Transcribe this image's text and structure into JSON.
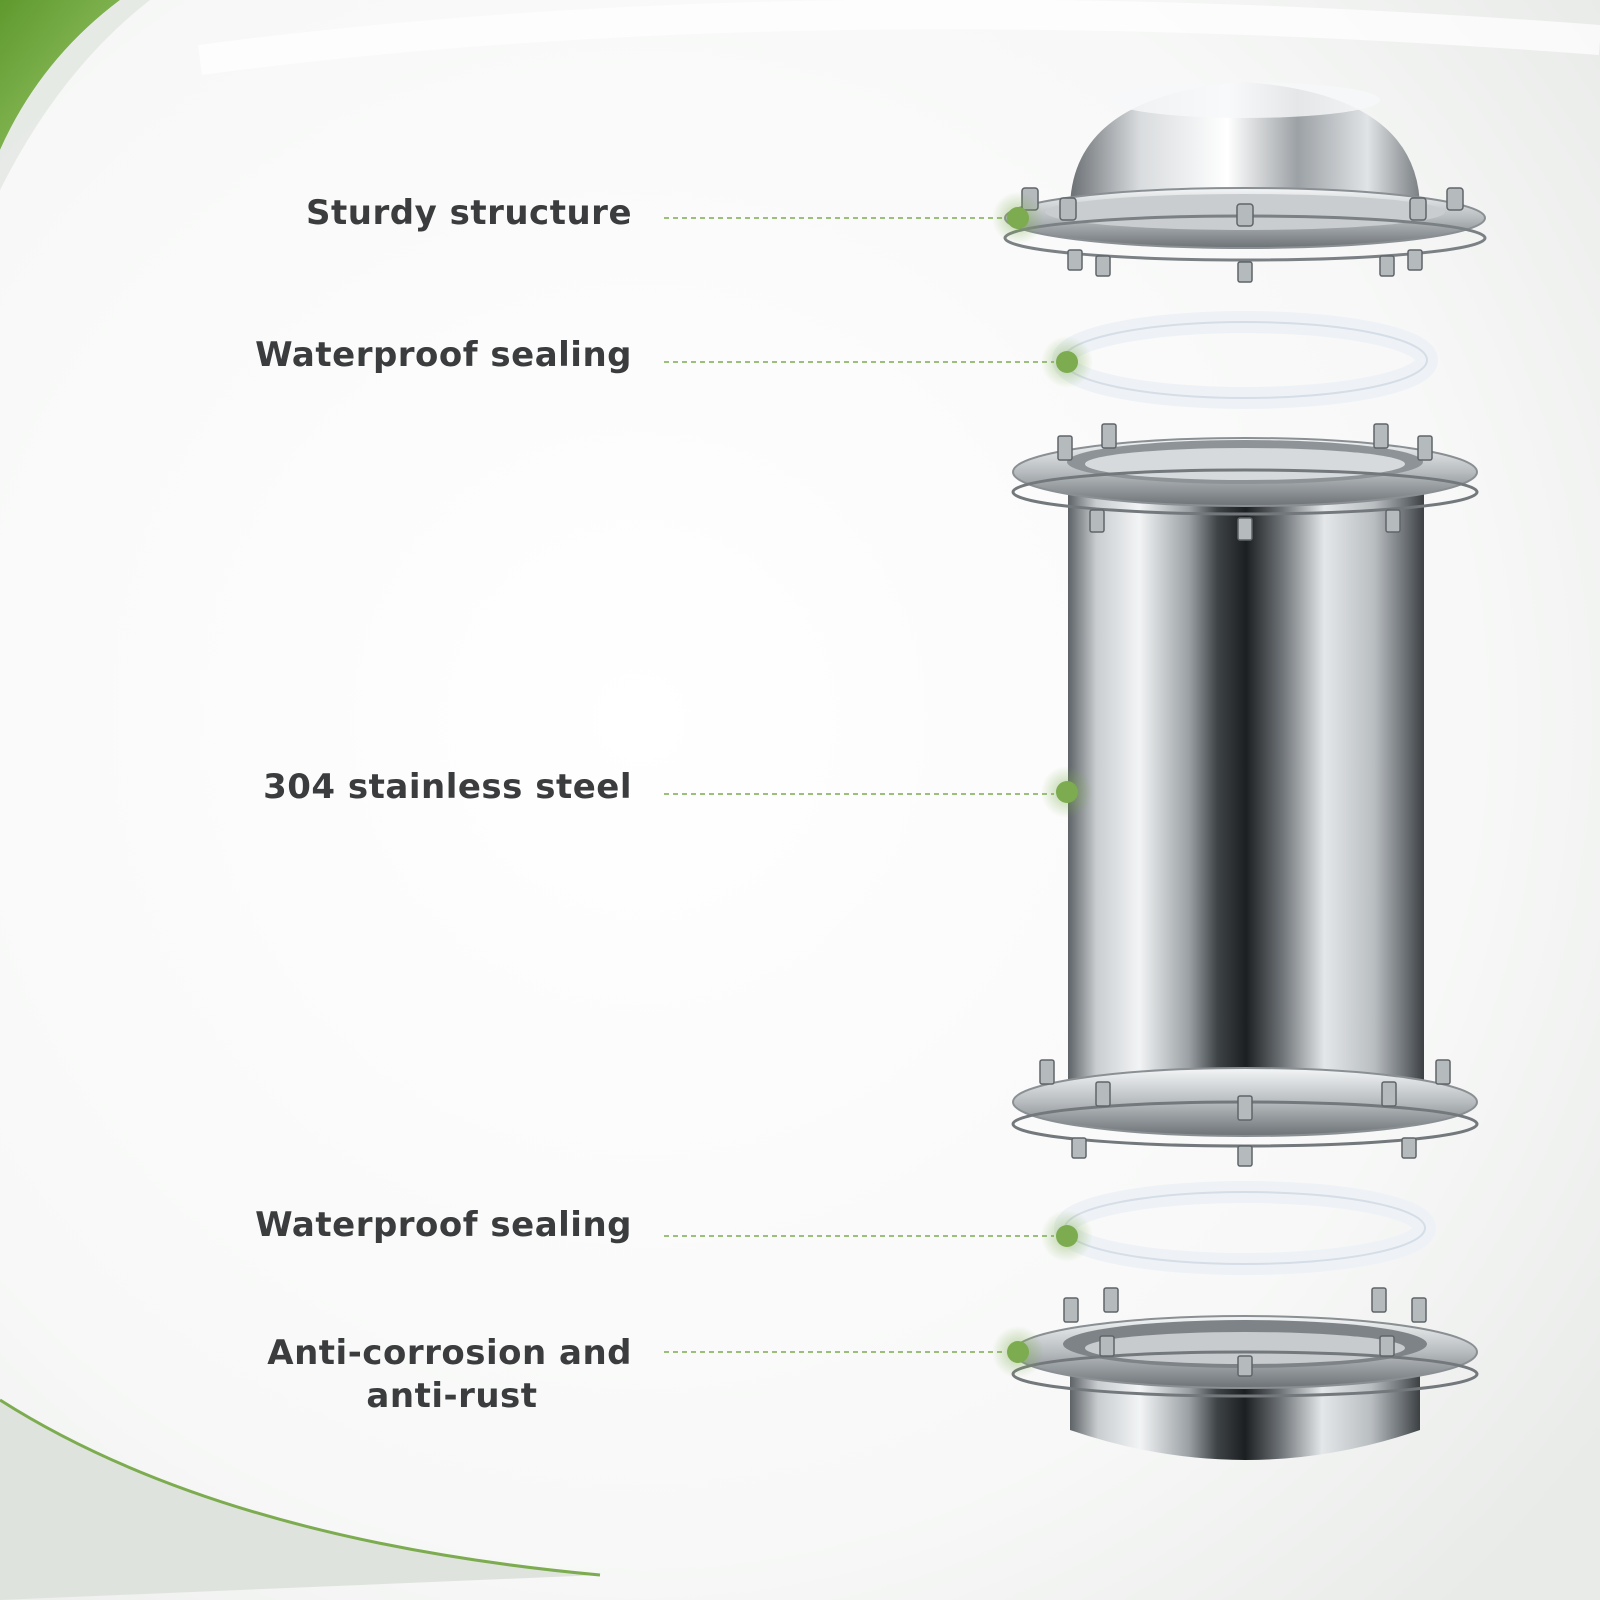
{
  "colors": {
    "accent": "#7cac4f",
    "text": "#3a3c3e",
    "seal": "#f2f5f8"
  },
  "callouts": [
    {
      "id": "sturdy",
      "lines": [
        "Sturdy structure"
      ],
      "part": "top lid"
    },
    {
      "id": "seal-top",
      "lines": [
        "Waterproof sealing"
      ],
      "part": "upper seal ring"
    },
    {
      "id": "steel",
      "lines": [
        "304 stainless steel"
      ],
      "part": "cylinder body"
    },
    {
      "id": "seal-bottom",
      "lines": [
        "Waterproof sealing"
      ],
      "part": "lower seal ring"
    },
    {
      "id": "anti",
      "lines": [
        "Anti-corrosion and",
        "anti-rust"
      ],
      "part": "bottom base"
    }
  ]
}
